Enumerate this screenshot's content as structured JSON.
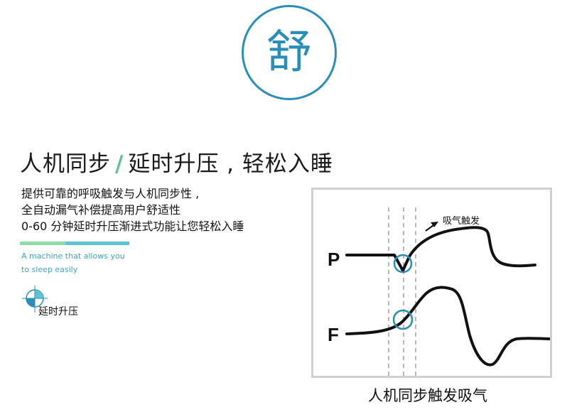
{
  "badge": {
    "char": "舒"
  },
  "headline": {
    "part1": "人机同步",
    "separator": "/",
    "part2": "延时升压 , 轻松入睡"
  },
  "description": [
    "提供可靠的呼吸触发与人机同步性 ,",
    "全自动漏气补偿提高用户舒适性",
    "0-60 分钟延时升压渐进式功能让您轻松入睡"
  ],
  "english_tagline": [
    "A machine that allows you",
    "to sleep easily"
  ],
  "feature": {
    "icon": "crosshair-target-icon",
    "label": "延时升压"
  },
  "diagram": {
    "pressure_label": "P",
    "flow_label": "F",
    "trigger_annotation": "吸气触发",
    "caption": "人机同步触发吸气"
  },
  "colors": {
    "accent_blue": "#2a8fb8",
    "accent_green": "#5cc48a",
    "divider_teal": "#5fc3d0",
    "divider_green": "#8fdba8"
  }
}
